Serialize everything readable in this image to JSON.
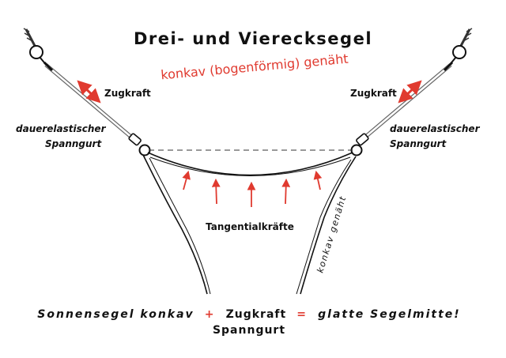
{
  "title": "Drei- und Vierecksegel",
  "subtitle": "konkav (bogenförmig) genäht",
  "labels": {
    "zugkraft_left": "Zugkraft",
    "zugkraft_right": "Zugkraft",
    "strap_left_line1": "dauerelastischer",
    "strap_left_line2": "Spanngurt",
    "strap_right_line1": "dauerelastischer",
    "strap_right_line2": "Spanngurt",
    "tangential": "Tangentialkräfte",
    "edge_sewn": "konkav genäht"
  },
  "bottom_formula": {
    "part1": "Sonnensegel konkav",
    "plus": "+",
    "part2": "Zugkraft",
    "equals": "=",
    "part3": "glatte Segelmitte!",
    "line2": "Spanngurt"
  },
  "colors": {
    "accent_red": "#e03a2f",
    "ink": "#111111"
  }
}
